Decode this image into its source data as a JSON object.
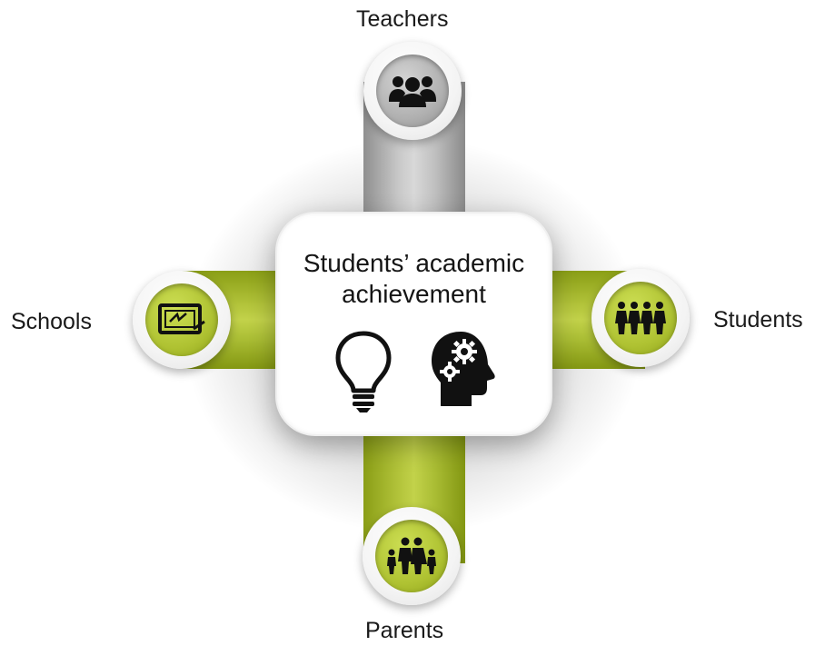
{
  "center": {
    "title_line1": "Students’ academic",
    "title_line2": "achievement",
    "icons": [
      "lightbulb-icon",
      "head-gears-icon"
    ]
  },
  "nodes": {
    "top": {
      "label": "Teachers",
      "icon": "group-people-icon",
      "color": "#b0b0b0"
    },
    "left": {
      "label": "Schools",
      "icon": "chalkboard-icon",
      "color": "#afc232"
    },
    "right": {
      "label": "Students",
      "icon": "students-row-icon",
      "color": "#afc232"
    },
    "bottom": {
      "label": "Parents",
      "icon": "family-icon",
      "color": "#afc232"
    }
  },
  "colors": {
    "green_accent": "#afc232",
    "gray_accent": "#b0b0b0",
    "text": "#1a1a1a"
  }
}
